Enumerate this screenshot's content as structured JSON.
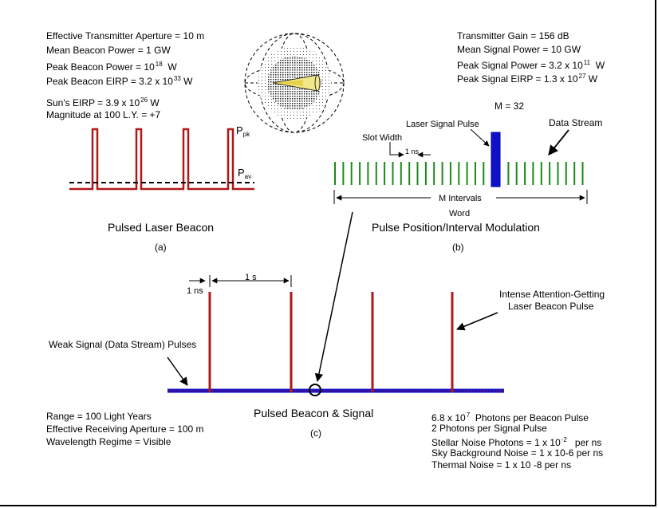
{
  "colors": {
    "pulse_red": "#b01818",
    "data_green": "#1a8a1a",
    "signal_blue": "#1010c8",
    "black": "#000000"
  },
  "beacon_params": [
    {
      "text": "Effective Transmitter Aperture = 10 m"
    },
    {
      "text": "Mean Beacon Power = 1 GW"
    },
    {
      "text": "Peak Beacon Power = 10",
      "sup": "18",
      "after": "  W"
    },
    {
      "text": "Peak Beacon EIRP = 3.2 x 10",
      "sup": "33",
      "after": " W"
    }
  ],
  "sun_params": [
    {
      "text": "Sun's EIRP = 3.9 x 10",
      "sup": "26",
      "after": " W"
    },
    {
      "text": "Magnitude at 100 L.Y. = +7"
    }
  ],
  "signal_params": [
    {
      "text": "Transmitter Gain = 156 dB"
    },
    {
      "text": "Mean Signal Power = 10 GW"
    },
    {
      "text": "Peak Signal Power = 3.2 x 10",
      "sup": "11",
      "after": "  W"
    },
    {
      "text": "Peak Signal EIRP = 1.3 x 10",
      "sup": "27",
      "after": " W"
    }
  ],
  "panel_a": {
    "p_pk": "P",
    "p_pk_sub": "pk",
    "p_av": "P",
    "p_av_sub": "av",
    "title": "Pulsed Laser Beacon",
    "label": "(a)"
  },
  "panel_b": {
    "m_value": "M = 32",
    "laser_signal_pulse": "Laser Signal Pulse",
    "data_stream": "Data Stream",
    "slot_width": "Slot Width",
    "one_ns": "1 ns",
    "m_intervals": "M Intervals",
    "word": "Word",
    "title": "Pulse Position/Interval Modulation",
    "label": "(b)"
  },
  "panel_c": {
    "one_s": "1 s",
    "one_ns": "1 ns",
    "intense_line1": "Intense Attention-Getting",
    "intense_line2": "Laser Beacon Pulse",
    "weak_signal": "Weak Signal (Data Stream) Pulses",
    "title": "Pulsed Beacon & Signal",
    "label": "(c)"
  },
  "receiver_params": [
    {
      "text": "Range = 100 Light Years"
    },
    {
      "text": "Effective Receiving Aperture = 100 m"
    },
    {
      "text": "Wavelength Regime = Visible"
    }
  ],
  "photon_params": [
    {
      "text": "6.8 x 10",
      "sup": "7",
      "after": "  Photons per Beacon Pulse"
    },
    {
      "text": "2 Photons per Signal Pulse"
    },
    {
      "text": "Stellar Noise Photons =  1 x 10",
      "sup": "-2",
      "after": "   per ns"
    },
    {
      "text": "Sky Background Noise = 1 x 10-6  per ns"
    },
    {
      "text": "Thermal Noise = 1 x 10 -8 per ns"
    }
  ]
}
